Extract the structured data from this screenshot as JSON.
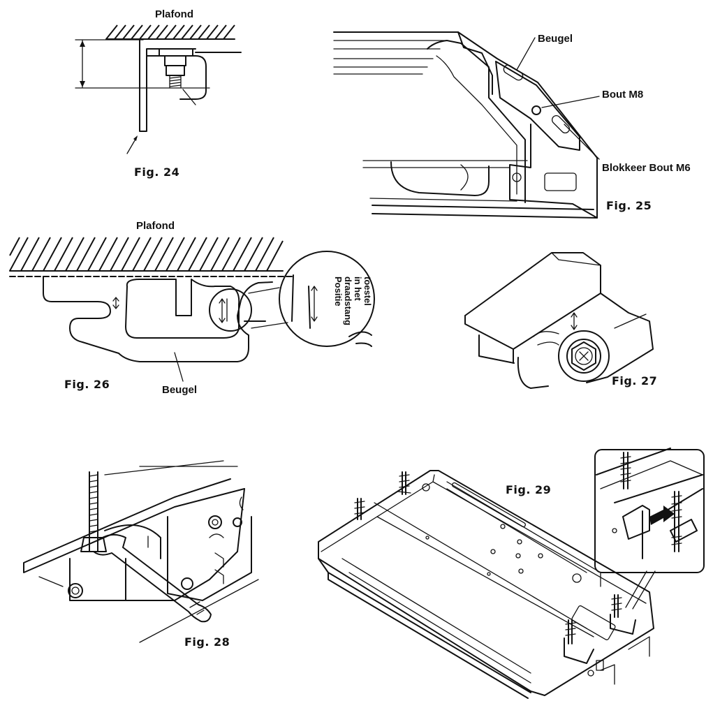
{
  "figures": [
    {
      "id": "fig24",
      "caption": "Fig. 24",
      "labels": {
        "ceiling": "Plafond"
      }
    },
    {
      "id": "fig25",
      "caption": "Fig. 25",
      "labels": {
        "bracket": "Beugel",
        "bolt": "Bout M8",
        "lock_bolt": "Blokkeer Bout M6"
      }
    },
    {
      "id": "fig26",
      "caption": "Fig. 26",
      "labels": {
        "ceiling": "Plafond",
        "bracket": "Beugel",
        "rod_position_1": "Positie",
        "rod_position_2": "draadstang",
        "rod_position_3": "in het",
        "rod_position_4": "toestel"
      }
    },
    {
      "id": "fig27",
      "caption": "Fig. 27"
    },
    {
      "id": "fig28",
      "caption": "Fig. 28"
    },
    {
      "id": "fig29",
      "caption": "Fig. 29"
    }
  ]
}
